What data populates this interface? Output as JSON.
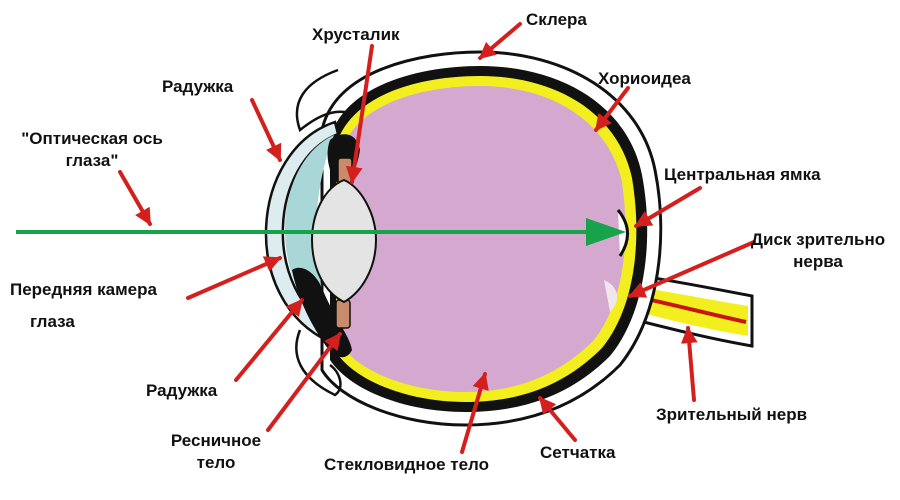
{
  "labels": {
    "sclera": "Склера",
    "lens": "Хрусталик",
    "iris_top": "Радужка",
    "choroid": "Хориоидеа",
    "optical_axis_line1": "\"Оптическая ось",
    "optical_axis_line2": "глаза\"",
    "fovea": "Центральная ямка",
    "optic_disc_line1": "Диск зрительно",
    "optic_disc_line2": "нерва",
    "anterior_chamber_line1": "Передняя камера",
    "anterior_chamber_line2": "глаза",
    "iris_bottom": "Радужка",
    "ciliary_body_line1": "Ресничное",
    "ciliary_body_line2": "тело",
    "vitreous": "Стекловидное тело",
    "retina": "Сетчатка",
    "optic_nerve": "Зрительный нерв"
  },
  "colors": {
    "vitreous_fill": "#d4a8cf",
    "retina_yellow": "#f3ef1e",
    "choroid_black": "#111111",
    "cornea_fill": "#dcecef",
    "anterior_chamber_fill": "#a9d7d8",
    "lens_fill": "#e4e4e4",
    "ciliary_brown": "#c98b6a",
    "axis_green": "#17a34a",
    "pointer_red": "#d41f1f",
    "nerve_vessel": "#c81414"
  }
}
